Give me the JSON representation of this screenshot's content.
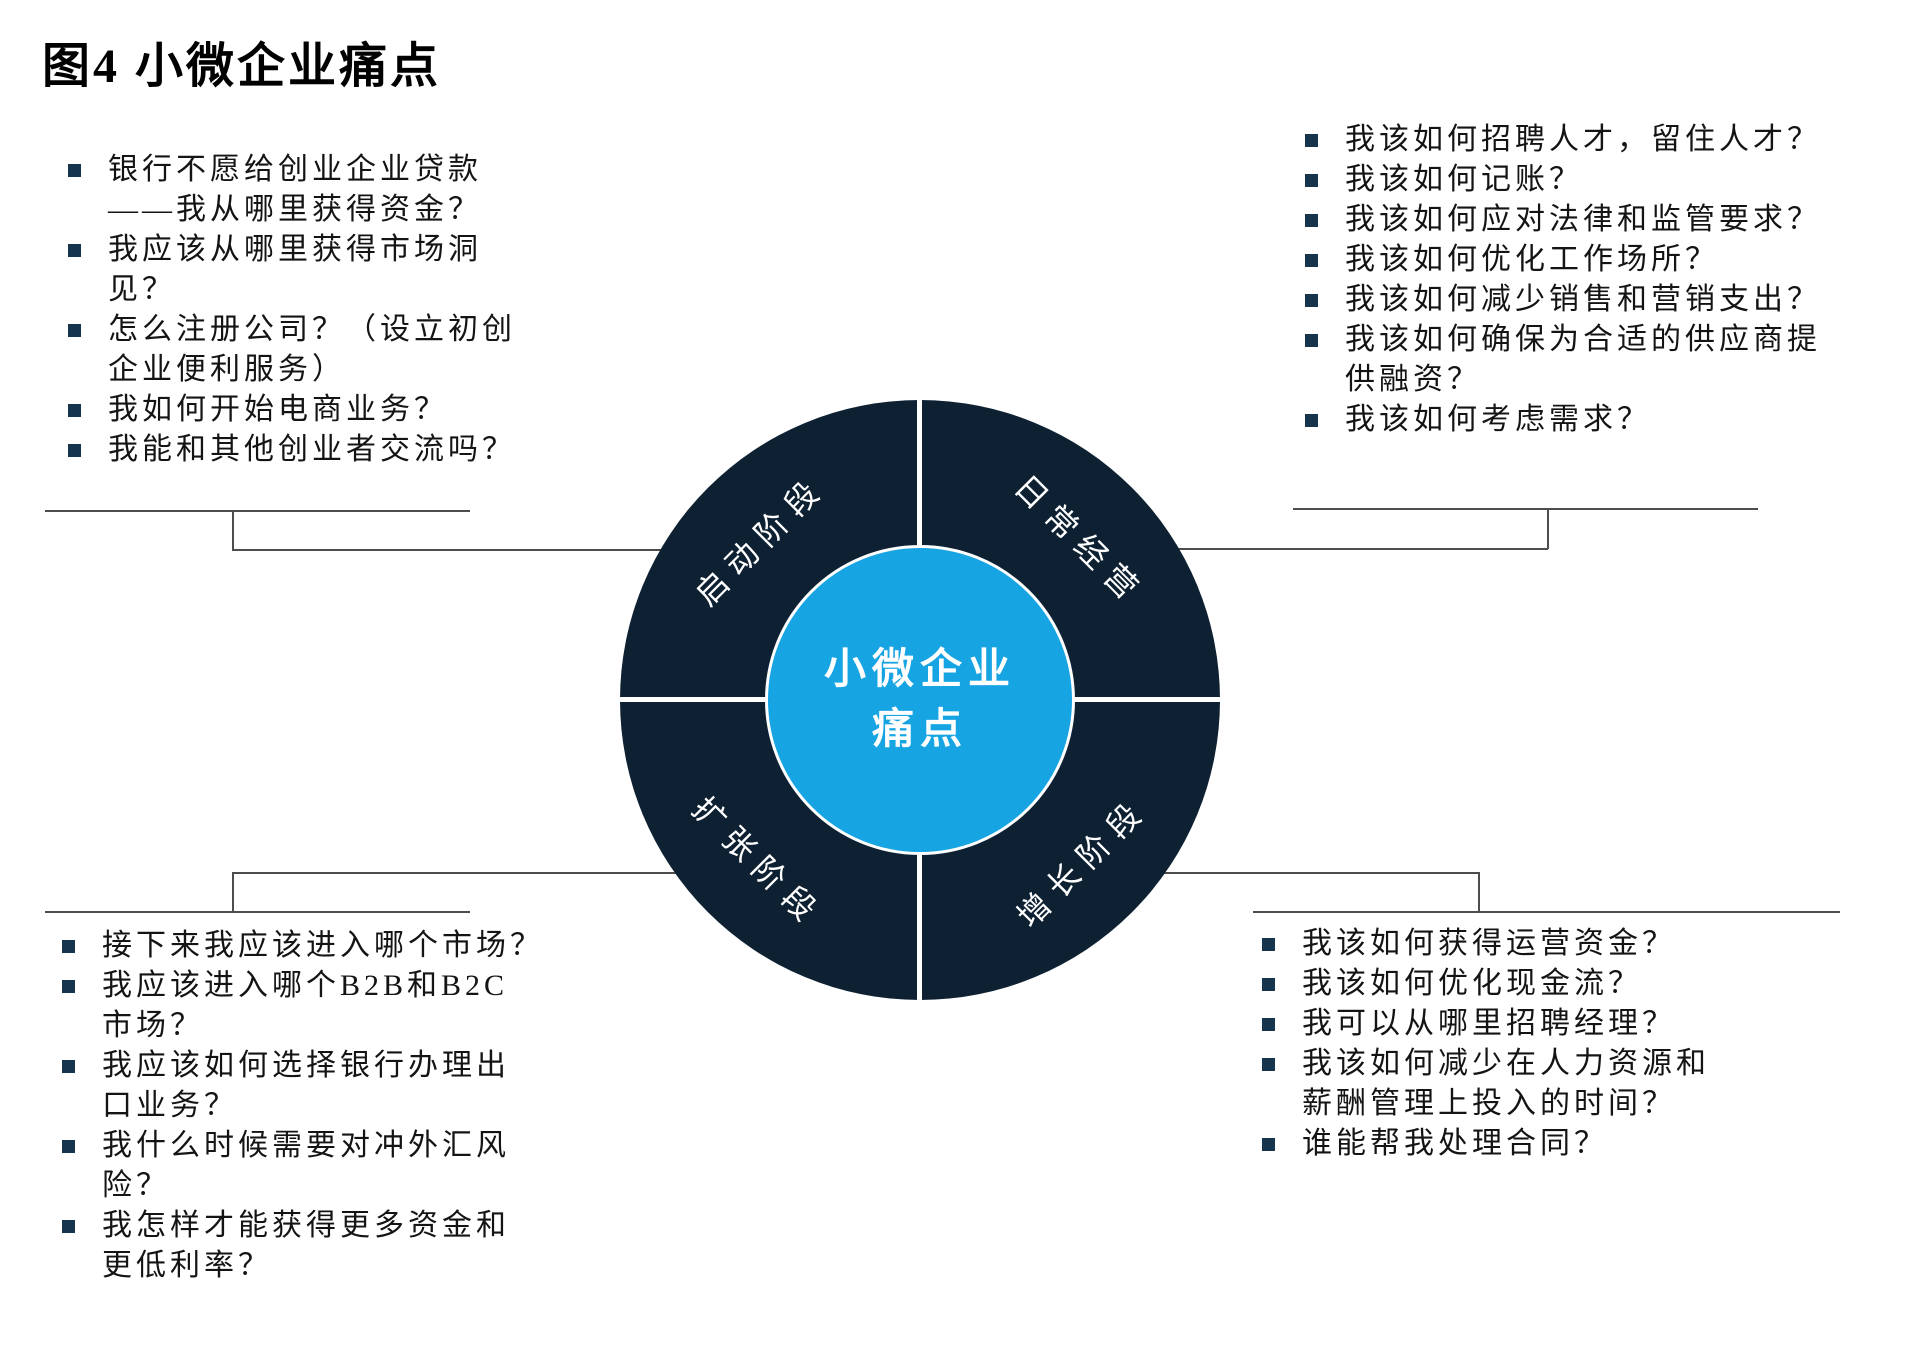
{
  "title": "图4 小微企业痛点",
  "diagram": {
    "center_label_line1": "小微企业",
    "center_label_line2": "痛点",
    "quadrant_labels": {
      "startup": "启动阶段",
      "daily_ops": "日常经营",
      "expansion": "扩张阶段",
      "growth": "增长阶段"
    }
  },
  "lists": {
    "top_left": [
      "银行不愿给创业企业贷款\n——我从哪里获得资金？",
      "我应该从哪里获得市场洞见？",
      "怎么注册公司？（设立初创\n企业便利服务）",
      "我如何开始电商业务？",
      "我能和其他创业者交流吗？"
    ],
    "top_right": [
      "我该如何招聘人才，留住人才？",
      "我该如何记账？",
      "我该如何应对法律和监管要求？",
      "我该如何优化工作场所？",
      "我该如何减少销售和营销支出？",
      "我该如何确保为合适的供应商提\n供融资？",
      "我该如何考虑需求？"
    ],
    "bottom_left": [
      "接下来我应该进入哪个市场？",
      "我应该进入哪个B2B和B2C\n市场？",
      "我应该如何选择银行办理出\n口业务？",
      "我什么时候需要对冲外汇风\n险？",
      "我怎样才能获得更多资金和\n更低利率？"
    ],
    "bottom_right": [
      "我该如何获得运营资金？",
      "我该如何优化现金流？",
      "我可以从哪里招聘经理？",
      "我该如何减少在人力资源和\n薪酬管理上投入的时间？",
      "谁能帮我处理合同？"
    ]
  },
  "colors": {
    "ring": "#0e2133",
    "center_circle": "#17a4e3",
    "bullet_square": "#17344d",
    "connector_line": "#4d4d4d",
    "divider": "#ffffff",
    "text": "#141414"
  }
}
